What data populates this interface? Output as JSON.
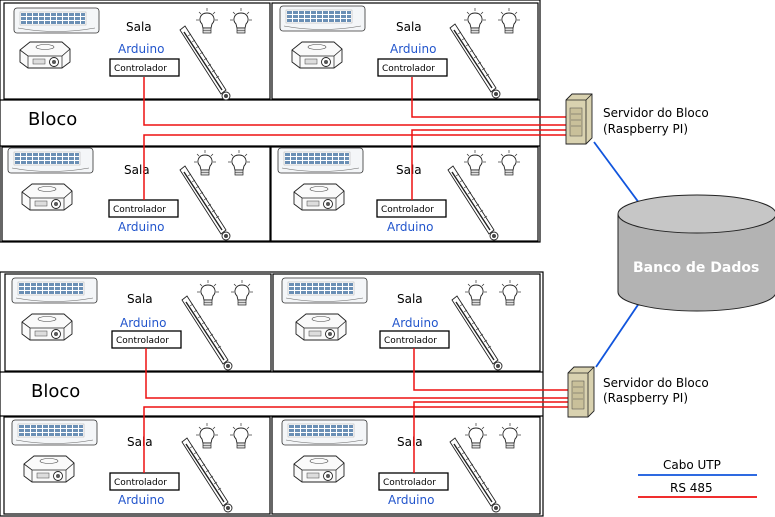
{
  "blocks": [
    {
      "label": "Bloco",
      "server": {
        "line1": "Servidor do Bloco",
        "line2": "(Raspberry PI)"
      },
      "rooms": [
        {
          "sala": "Sala",
          "controller": "Controlador",
          "arduino": "Arduino"
        },
        {
          "sala": "Sala",
          "controller": "Controlador",
          "arduino": "Arduino"
        },
        {
          "sala": "Sala",
          "controller": "Controlador",
          "arduino": "Arduino"
        },
        {
          "sala": "Sala",
          "controller": "Controlador",
          "arduino": "Arduino"
        }
      ]
    },
    {
      "label": "Bloco",
      "server": {
        "line1": "Servidor do Bloco",
        "line2": "(Raspberry PI)"
      },
      "rooms": [
        {
          "sala": "Sala",
          "controller": "Controlador",
          "arduino": "Arduino"
        },
        {
          "sala": "Sala",
          "controller": "Controlador",
          "arduino": "Arduino"
        },
        {
          "sala": "Sala",
          "controller": "Controlador",
          "arduino": "Arduino"
        },
        {
          "sala": "Sala",
          "controller": "Controlador",
          "arduino": "Arduino"
        }
      ]
    }
  ],
  "database": {
    "label": "Banco de Dados"
  },
  "legend": {
    "utp": "Cabo UTP",
    "rs485": "RS 485"
  },
  "colors": {
    "utp": "#1155dd",
    "rs485": "#ee1111",
    "arduino_text": "#2255cc",
    "database_fill": "#b3b3b3",
    "database_text": "#ffffff",
    "ac_unit": "#6a8fb5",
    "server_box": "#d9d2b0"
  },
  "icons": [
    "air-conditioner-icon",
    "projector-icon",
    "light-bulb-icon",
    "thermometer-icon",
    "server-icon",
    "database-icon"
  ]
}
